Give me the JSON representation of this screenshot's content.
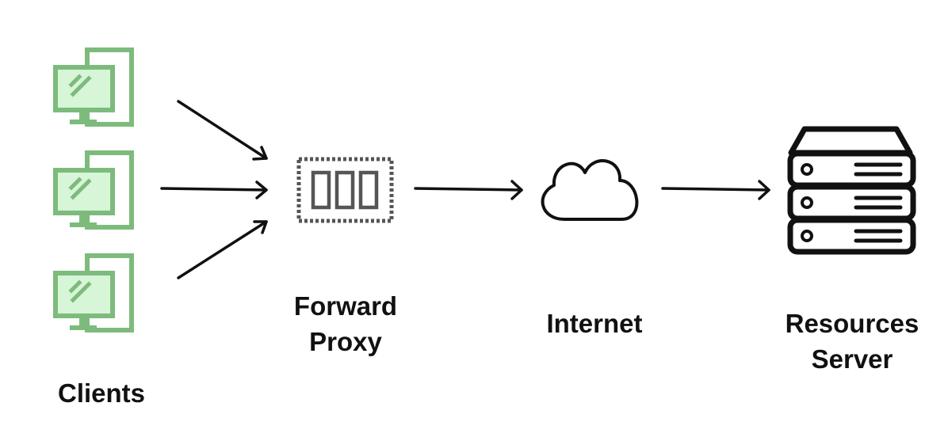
{
  "nodes": {
    "clients": {
      "label": "Clients",
      "icon": "monitor-icon",
      "count": 3,
      "color": "#7dbb7d",
      "fill": "#d7f5d7"
    },
    "proxy": {
      "line1": "Forward",
      "line2": "Proxy",
      "icon": "proxy-icon"
    },
    "internet": {
      "label": "Internet",
      "icon": "cloud-icon"
    },
    "server": {
      "line1": "Resources",
      "line2": "Server",
      "icon": "server-icon"
    }
  },
  "edges": [
    {
      "from": "client-1",
      "to": "proxy"
    },
    {
      "from": "client-2",
      "to": "proxy"
    },
    {
      "from": "client-3",
      "to": "proxy"
    },
    {
      "from": "proxy",
      "to": "internet"
    },
    {
      "from": "internet",
      "to": "server"
    }
  ]
}
